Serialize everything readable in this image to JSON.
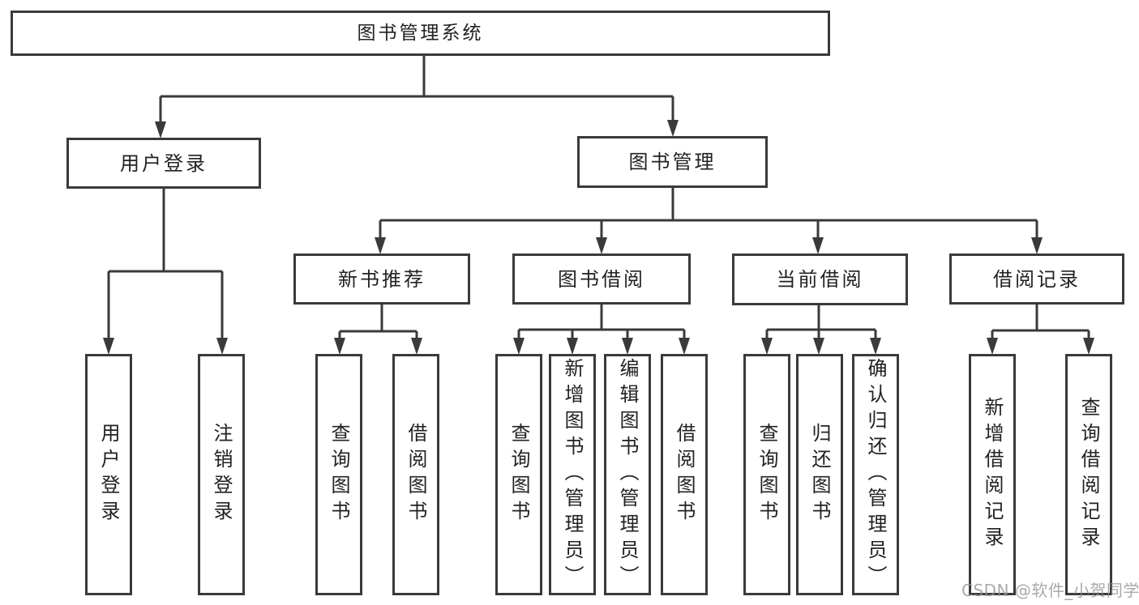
{
  "title": "图书管理系统",
  "watermark": "CSDN @软件_小贺同学",
  "colors": {
    "line": "#3a3a3a",
    "text": "#222222",
    "watermark": "#b0b0b0",
    "background": "#ffffff"
  },
  "diagram_type": "hierarchy-tree",
  "nodes": {
    "root": {
      "label": "图书管理系统"
    },
    "level2": [
      {
        "label": "用户登录",
        "parent": "图书管理系统"
      },
      {
        "label": "图书管理",
        "parent": "图书管理系统"
      }
    ],
    "level3": [
      {
        "label": "新书推荐",
        "parent": "图书管理"
      },
      {
        "label": "图书借阅",
        "parent": "图书管理"
      },
      {
        "label": "当前借阅",
        "parent": "图书管理"
      },
      {
        "label": "借阅记录",
        "parent": "图书管理"
      }
    ],
    "leaves": [
      {
        "label": "用户登录",
        "parent": "用户登录"
      },
      {
        "label": "注销登录",
        "parent": "用户登录"
      },
      {
        "label": "查询图书",
        "parent": "新书推荐"
      },
      {
        "label": "借阅图书",
        "parent": "新书推荐"
      },
      {
        "label": "查询图书",
        "parent": "图书借阅"
      },
      {
        "label": "新增图书（管理员）",
        "parent": "图书借阅"
      },
      {
        "label": "编辑图书（管理员）",
        "parent": "图书借阅"
      },
      {
        "label": "借阅图书",
        "parent": "图书借阅"
      },
      {
        "label": "查询图书",
        "parent": "当前借阅"
      },
      {
        "label": "归还图书",
        "parent": "当前借阅"
      },
      {
        "label": "确认归还（管理员）",
        "parent": "当前借阅"
      },
      {
        "label": "新增借阅记录",
        "parent": "借阅记录"
      },
      {
        "label": "查询借阅记录",
        "parent": "借阅记录"
      }
    ]
  }
}
